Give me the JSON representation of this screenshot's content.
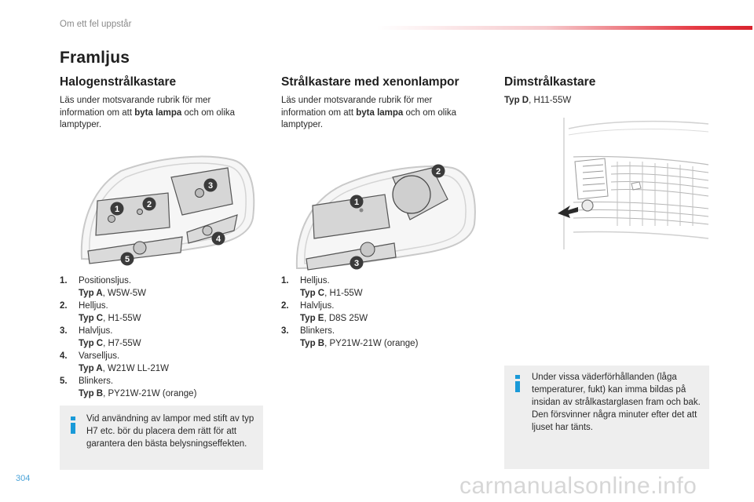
{
  "header": {
    "section": "Om ett fel uppstår"
  },
  "page_title": "Framljus",
  "columns": {
    "halogen": {
      "title": "Halogenstrålkastare",
      "intro_pre": "Läs under motsvarande rubrik för mer information om att ",
      "intro_bold": "byta lampa",
      "intro_post": " och om olika lamptyper.",
      "items": [
        {
          "num": "1.",
          "name": "Positionsljus.",
          "type": "Typ A",
          "spec": ", W5W-5W"
        },
        {
          "num": "2.",
          "name": "Helljus.",
          "type": "Typ C",
          "spec": ", H1-55W"
        },
        {
          "num": "3.",
          "name": "Halvljus.",
          "type": "Typ C",
          "spec": ", H7-55W"
        },
        {
          "num": "4.",
          "name": "Varselljus.",
          "type": "Typ A",
          "spec": ", W21W LL-21W"
        },
        {
          "num": "5.",
          "name": "Blinkers.",
          "type": "Typ B",
          "spec": ", PY21W-21W (orange)"
        }
      ],
      "info": "Vid användning av lampor med stift av typ H7 etc. bör du placera dem rätt för att garantera den bästa belysningseffekten.",
      "markers": [
        "1",
        "2",
        "3",
        "4",
        "5"
      ]
    },
    "xenon": {
      "title": "Strålkastare med xenonlampor",
      "intro_pre": "Läs under motsvarande rubrik för mer information om att ",
      "intro_bold": "byta lampa",
      "intro_post": " och om olika lamptyper.",
      "items": [
        {
          "num": "1.",
          "name": "Helljus.",
          "type": "Typ C",
          "spec": ", H1-55W"
        },
        {
          "num": "2.",
          "name": "Halvljus.",
          "type": "Typ E",
          "spec": ", D8S 25W"
        },
        {
          "num": "3.",
          "name": "Blinkers.",
          "type": "Typ B",
          "spec": ", PY21W-21W (orange)"
        }
      ],
      "markers": [
        "1",
        "2",
        "3"
      ]
    },
    "fog": {
      "title": "Dimstrålkastare",
      "type": "Typ D",
      "spec": ", H11-55W",
      "info": "Under vissa väderförhållanden (låga temperaturer, fukt) kan imma bildas på insidan av strålkastarglasen fram och bak. Den försvinner några minuter efter det att ljuset har tänts."
    }
  },
  "footer": {
    "page_number": "304",
    "watermark": "carmanualsonline.info"
  },
  "colors": {
    "accent_red": "#d9232e",
    "info_blue": "#1a9ad8",
    "box_grey": "#eeeeee"
  }
}
